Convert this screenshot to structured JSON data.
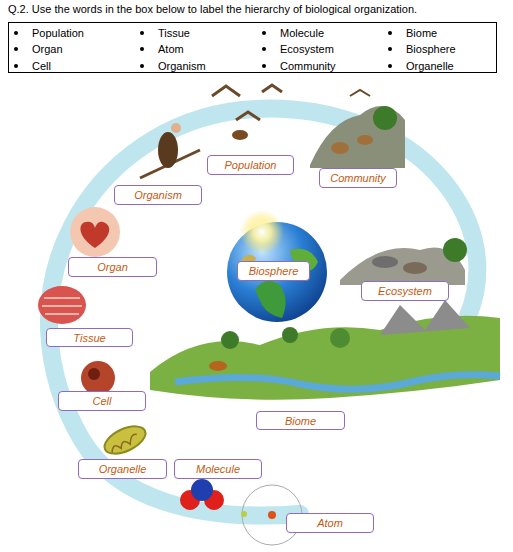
{
  "diagram": {
    "title": "Q.2. Use the words in the box below to label the hierarchy of biological organization.",
    "nodes": [
      {
        "text": [
          "Population",
          "Tissue",
          "Molecule",
          "Biome",
          "Organ",
          "Atom",
          "Ecosystem",
          "Biosphere",
          "Cell",
          "Organism",
          "Community",
          "Organelle"
        ]
      },
      {
        "text": [
          "Population"
        ]
      },
      {
        "text": [
          "Community"
        ]
      },
      {
        "text": [
          "Organism"
        ]
      },
      {
        "text": [
          "Organ"
        ]
      },
      {
        "text": [
          "Biosphere"
        ]
      },
      {
        "text": [
          "Ecosystem"
        ]
      },
      {
        "text": [
          "Tissue"
        ]
      },
      {
        "text": [
          "Cell"
        ]
      },
      {
        "text": [
          "Biome"
        ]
      },
      {
        "text": [
          "Organelle"
        ]
      },
      {
        "text": [
          "Molecule"
        ]
      },
      {
        "text": [
          "Atom"
        ]
      }
    ]
  }
}
